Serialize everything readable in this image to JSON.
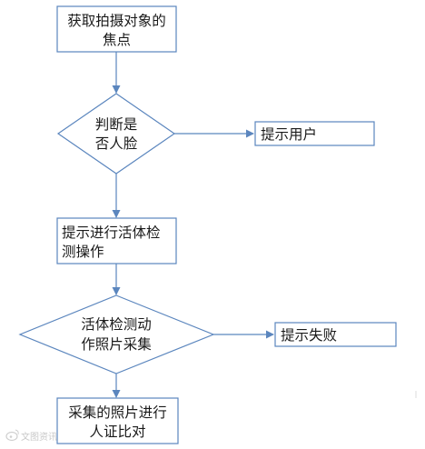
{
  "colors": {
    "stroke": "#5b86be",
    "box_fill": "#ffffff",
    "text": "#1a1a1a"
  },
  "nodes": {
    "step1": {
      "line1": "获取拍摄对象的",
      "line2": "焦点"
    },
    "decision1": {
      "line1": "判断是",
      "line2": "否人脸"
    },
    "prompt_user": {
      "line1": "提示用户"
    },
    "step2": {
      "line1": "提示进行活体检",
      "line2": "测操作"
    },
    "decision2": {
      "line1": "活体检测动",
      "line2": "作照片采集"
    },
    "prompt_fail": {
      "line1": "提示失败"
    },
    "step3": {
      "line1": "采集的照片进行",
      "line2": "人证比对"
    }
  },
  "watermark": {
    "icon": "weibo-logo-icon",
    "text": "文图资讯"
  }
}
